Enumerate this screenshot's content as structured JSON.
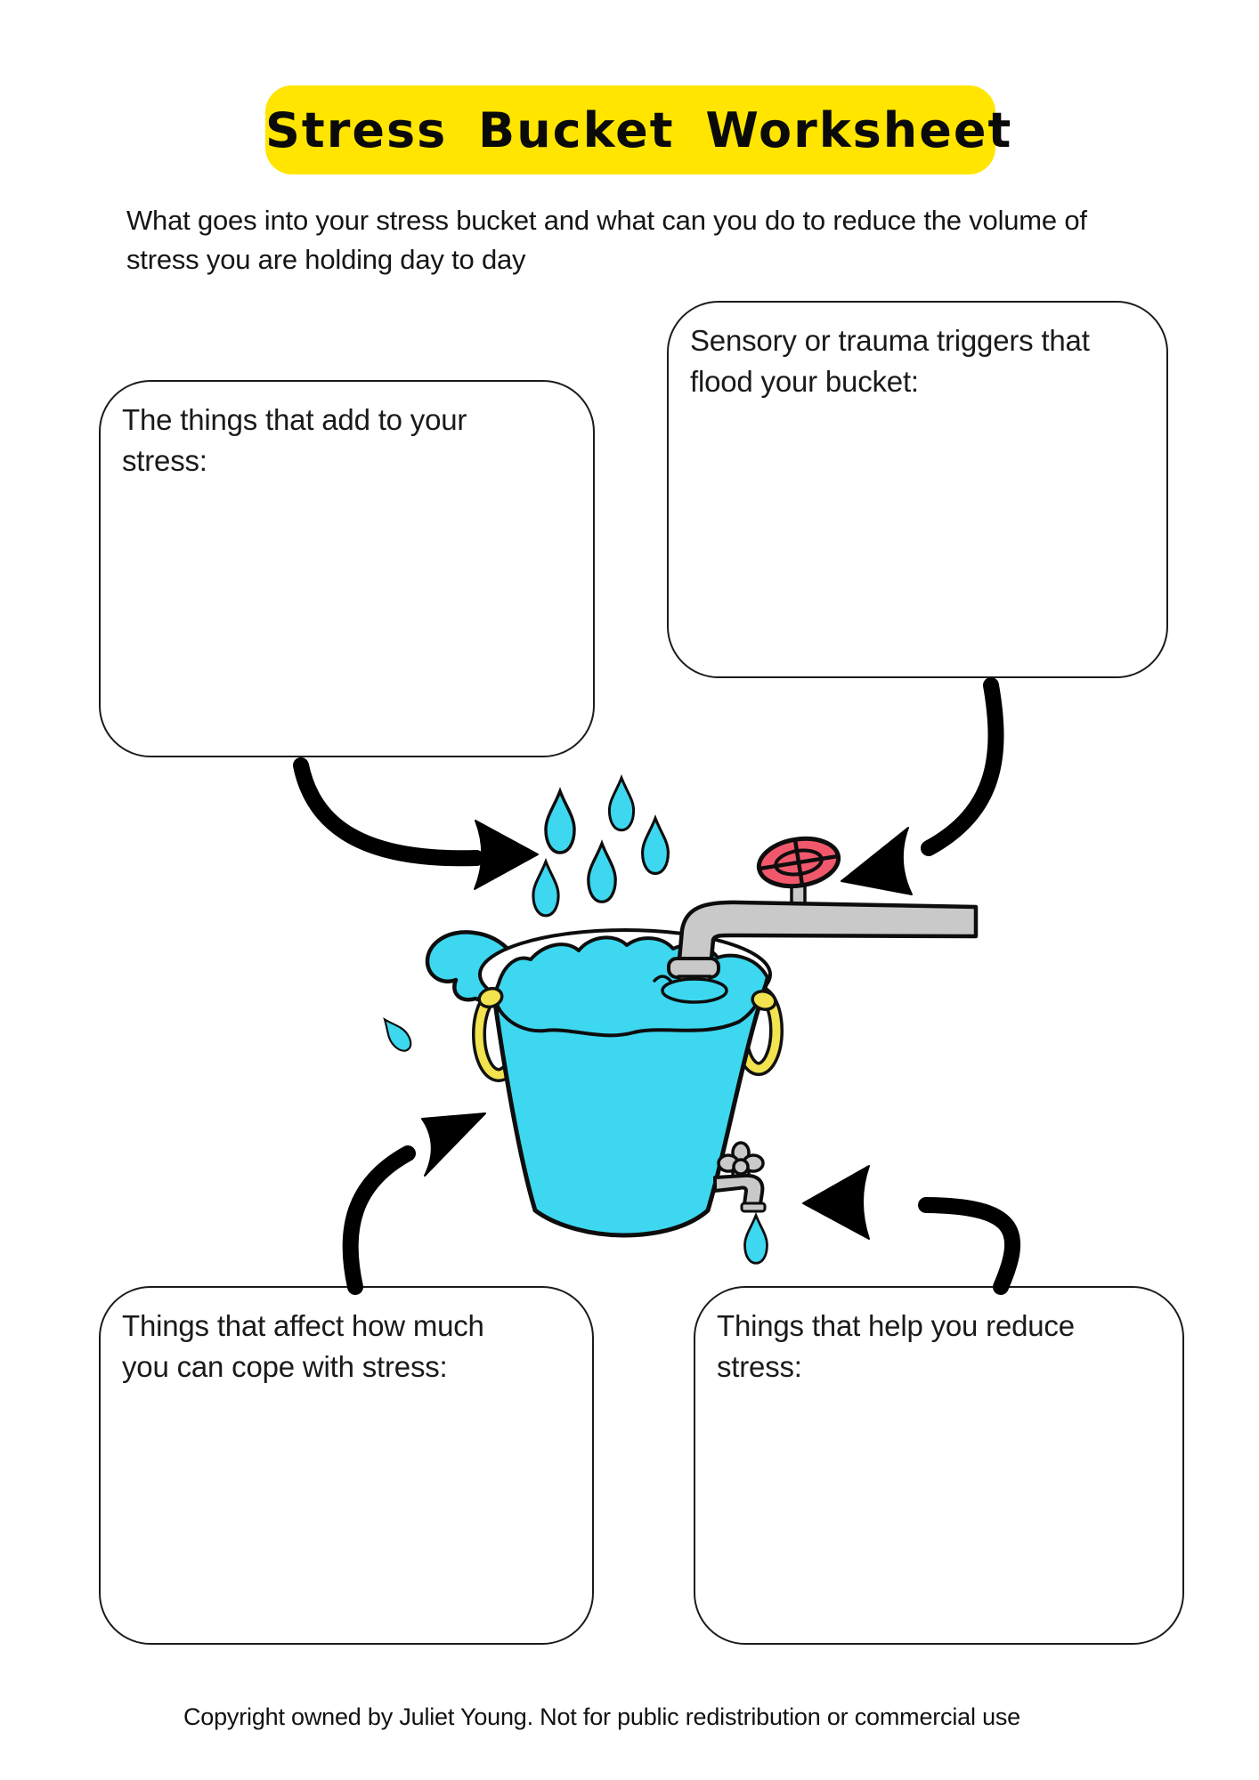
{
  "colors": {
    "title_bg": "#FFE500",
    "water": "#3DD7F0",
    "pipe": "#C9C9C9",
    "valve": "#F2586C",
    "handle": "#F2E34F",
    "ink": "#0d0d0d",
    "text": "#1C1C1C"
  },
  "title": {
    "text": "Stress Bucket Worksheet"
  },
  "subtitle": {
    "line1": "What goes into your stress bucket and what can you do to reduce the volume of",
    "line2": "stress you are holding day to day"
  },
  "boxes": {
    "top_left": {
      "line1": "The things that add to your",
      "line2": "stress:"
    },
    "top_right": {
      "line1": "Sensory or trauma triggers that",
      "line2": "flood your bucket:"
    },
    "bottom_left": {
      "line1": "Things that affect how much",
      "line2": "you can cope with stress:"
    },
    "bottom_right": {
      "line1": "Things that help you reduce",
      "line2": "stress:"
    }
  },
  "footer": {
    "text": "Copyright owned by Juliet Young. Not for public redistribution or commercial use"
  }
}
